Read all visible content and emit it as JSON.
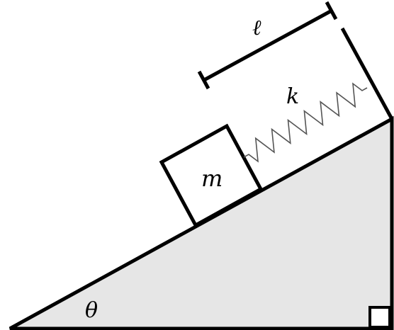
{
  "labels": {
    "length": "ℓ",
    "spring_constant": "k",
    "mass": "m",
    "angle": "θ"
  },
  "colors": {
    "ramp_fill": "#e6e6e6",
    "stroke": "#000000",
    "spring": "#555555",
    "background": "#ffffff"
  },
  "spring": {
    "coils": 7
  }
}
